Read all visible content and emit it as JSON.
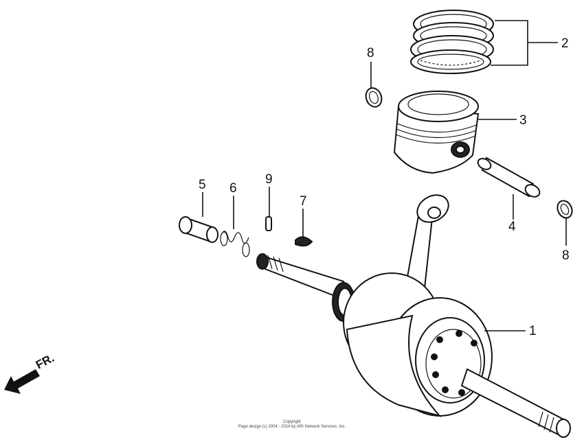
{
  "callouts": {
    "c1": "1",
    "c2": "2",
    "c3": "3",
    "c4": "4",
    "c5": "5",
    "c6": "6",
    "c7": "7",
    "c8a": "8",
    "c8b": "8",
    "c9": "9"
  },
  "direction_label": "FR.",
  "copyright": {
    "line1": "Copyright",
    "line2": "Page design (c) 2004 - 2014 by ARI Network Services, Inc."
  }
}
